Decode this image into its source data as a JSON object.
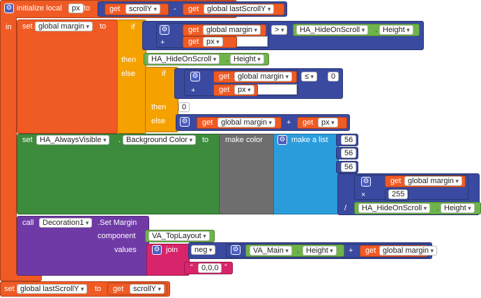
{
  "init": {
    "label": "initialize local",
    "var": "px",
    "to": "to"
  },
  "in_label": "in",
  "get": "get",
  "set": "set",
  "minus": "-",
  "plus": "+",
  "times": "×",
  "divide": "/",
  "gt": ">",
  "le": "≤",
  "vars": {
    "scrollY": "scrollY",
    "global_lastScrollY": "global lastScrollY",
    "global_margin": "global margin",
    "px": "px"
  },
  "if_labels": {
    "if": "if",
    "then": "then",
    "else": "else"
  },
  "to": "to",
  "components": {
    "hide_on_scroll": "HA_HideOnScroll",
    "always_visible": "HA_AlwaysVisible",
    "decoration": "Decoration1",
    "top_layout": "VA_TopLayout",
    "va_main": "VA_Main"
  },
  "props": {
    "height": "Height",
    "bg_color": "Background Color"
  },
  "numbers": {
    "zero": "0",
    "n56": "56",
    "n255": "255"
  },
  "make_color": "make color",
  "make_list": "make a list",
  "call": {
    "label": "call",
    "method": ".Set Margin",
    "component": "component",
    "values": "values"
  },
  "join": "join",
  "neg": "neg",
  "dot": ".",
  "string_val": "0,0,0",
  "quote_open": "“",
  "quote_close": "”",
  "colors": {
    "orange": "#f05a24",
    "green": "#6fb44a",
    "blue": "#3a4aa0",
    "grey": "#6e6e6e",
    "dark_green": "#3d8c3d",
    "cyan": "#2b9ddc",
    "purple": "#6f3aa5",
    "pink": "#d8246a"
  }
}
